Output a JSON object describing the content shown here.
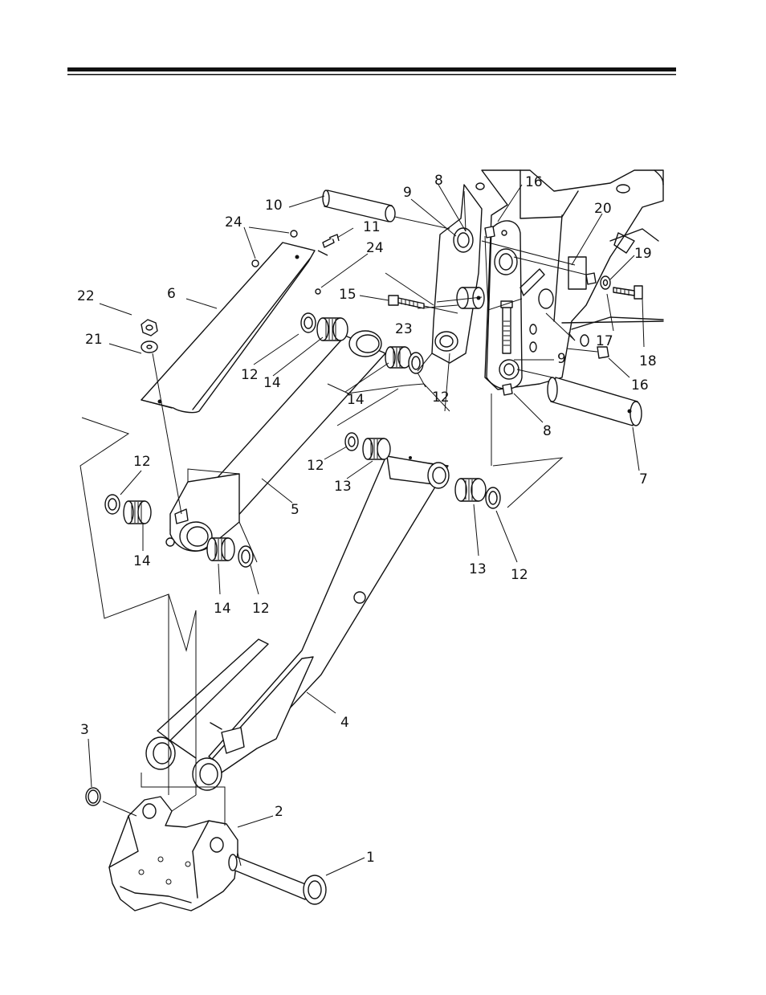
{
  "labels": {
    "l1": "1",
    "l2": "2",
    "l3": "3",
    "l4": "4",
    "l5": "5",
    "l6": "6",
    "l7": "7",
    "l8a": "8",
    "l8b": "8",
    "l9a": "9",
    "l9b": "9",
    "l10": "10",
    "l11": "11",
    "l12a": "12",
    "l12b": "12",
    "l12c": "12",
    "l12d": "12",
    "l12e": "12",
    "l12f": "12",
    "l13a": "13",
    "l13b": "13",
    "l14a": "14",
    "l14b": "14",
    "l14c": "14",
    "l14d": "14",
    "l15": "15",
    "l16a": "16",
    "l16b": "16",
    "l17": "17",
    "l18": "18",
    "l19": "19",
    "l20": "20",
    "l21": "21",
    "l22": "22",
    "l23": "23",
    "l24a": "24",
    "l24b": "24"
  }
}
